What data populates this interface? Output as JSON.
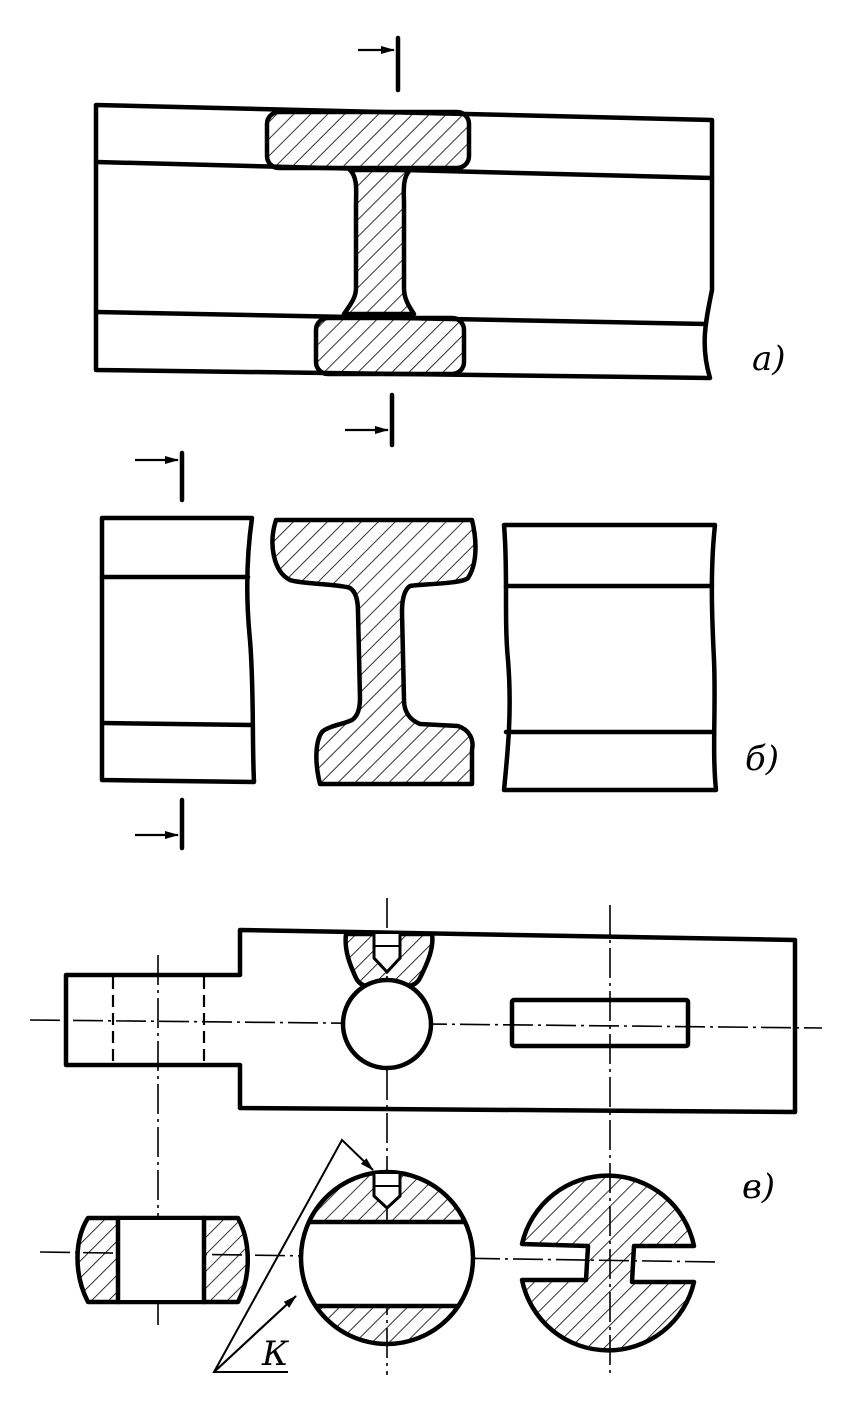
{
  "labels": {
    "a": "а)",
    "b": "б)",
    "v": "в)",
    "k": "К"
  },
  "style": {
    "line_color": "#000000",
    "background": "#ffffff"
  }
}
